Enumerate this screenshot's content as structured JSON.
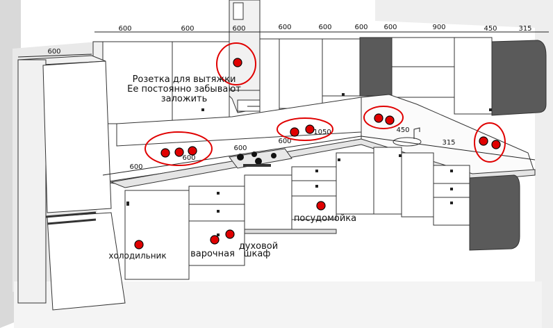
{
  "dimensions": {
    "upper_row": [
      "600",
      "600",
      "600",
      "600",
      "600",
      "600",
      "600",
      "900",
      "450",
      "315"
    ],
    "fridge_top": "600",
    "counter": [
      "600",
      "600",
      "600",
      "600",
      "1050",
      "450",
      "315"
    ]
  },
  "labels": {
    "hood_socket_line1": "Розетка для вытяжки",
    "hood_socket_line2": "Ее постоянно забывают",
    "hood_socket_line3": "заложить",
    "fridge": "холодильник",
    "hob": "варочная",
    "oven_line1": "духовой",
    "oven_line2": "шкаф",
    "dishwasher": "посудомойка"
  },
  "colors": {
    "marker": "#e00000",
    "cabinet_dark": "#5a5a5a",
    "wall": "#e6e6e6"
  }
}
